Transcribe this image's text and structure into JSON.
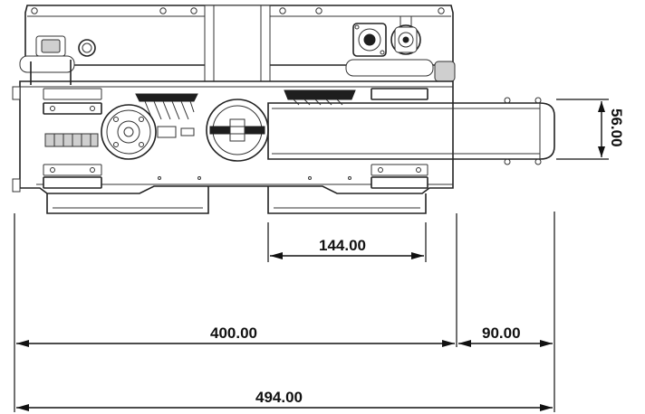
{
  "drawing": {
    "dimensions": {
      "body_width": "400.00",
      "arm_extension": "90.00",
      "overall_width": "494.00",
      "foot_width": "144.00",
      "arm_height": "56.00"
    }
  }
}
